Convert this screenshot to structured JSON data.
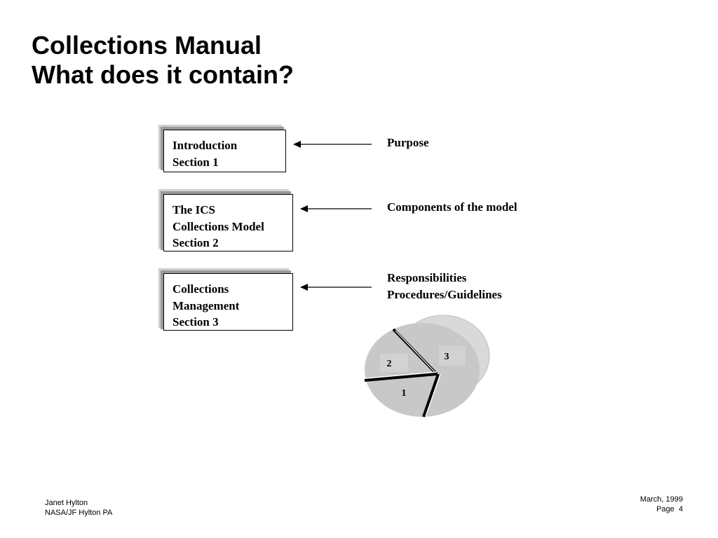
{
  "slide": {
    "title_line1": "Collections Manual",
    "title_line2": "What does it contain?"
  },
  "sections": [
    {
      "lines": [
        "Introduction",
        "Section 1"
      ],
      "description": [
        "Purpose"
      ]
    },
    {
      "lines": [
        "The ICS",
        "Collections Model",
        "Section 2"
      ],
      "description": [
        "Components of the model"
      ]
    },
    {
      "lines": [
        "Collections",
        "Management",
        "Section 3"
      ],
      "description": [
        "Responsibilities",
        "Procedures/Guidelines"
      ]
    }
  ],
  "pie": {
    "labels": [
      "1",
      "2",
      "3"
    ],
    "fill_color": "#c8c8c8",
    "side_color": "#d9d9d9"
  },
  "footer": {
    "author": "Janet Hylton",
    "org": "NASA/JF Hylton PA",
    "date": "March, 1999",
    "page": "Page  4"
  }
}
